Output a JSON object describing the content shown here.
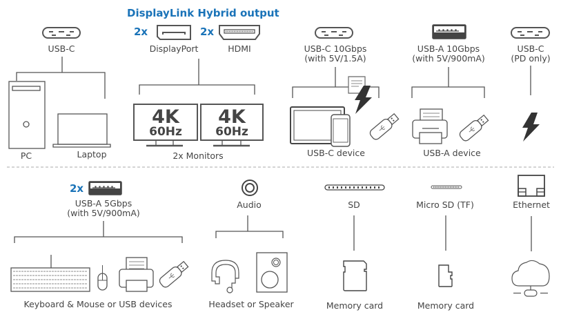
{
  "header": {
    "title": "DisplayLink Hybrid output"
  },
  "colors": {
    "accent": "#1a73b8",
    "line": "#555555",
    "text": "#444444",
    "divider": "#bbbbbb"
  },
  "top_row": {
    "usb_c_host": {
      "icon": "usb-c-port-icon",
      "port_label": "USB-C",
      "devices": [
        {
          "icon": "pc-tower-icon",
          "label": "PC"
        },
        {
          "icon": "laptop-icon",
          "label": "Laptop"
        }
      ]
    },
    "video": {
      "ports": [
        {
          "multiplier": "2x",
          "icon": "displayport-icon",
          "label": "DisplayPort"
        },
        {
          "multiplier": "2x",
          "icon": "hdmi-icon",
          "label": "HDMI"
        }
      ],
      "monitors": [
        {
          "icon": "monitor-icon",
          "resolution": "4K",
          "refresh": "60Hz"
        },
        {
          "icon": "monitor-icon",
          "resolution": "4K",
          "refresh": "60Hz"
        }
      ],
      "devices_label": "2x Monitors"
    },
    "usb_c_10g": {
      "icon": "usb-c-port-icon",
      "port_label_line1": "USB-C 10Gbps",
      "port_label_line2": "(with 5V/1.5A)",
      "device_icons": [
        "document-icon",
        "lightning-icon",
        "tablet-icon",
        "phone-icon",
        "usb-stick-icon"
      ],
      "devices_label": "USB-C device"
    },
    "usb_a_10g": {
      "icon": "usb-a-port-icon",
      "port_label_line1": "USB-A 10Gbps",
      "port_label_line2": "(with 5V/900mA)",
      "device_icons": [
        "printer-icon",
        "usb-stick-icon"
      ],
      "devices_label": "USB-A device"
    },
    "usb_c_pd": {
      "icon": "usb-c-port-icon",
      "port_label_line1": "USB-C",
      "port_label_line2": "(PD only)",
      "device_icons": [
        "lightning-icon"
      ]
    }
  },
  "bottom_row": {
    "usb_a_5g": {
      "multiplier": "2x",
      "icon": "usb-a-port-icon",
      "port_label_line1": "USB-A 5Gbps",
      "port_label_line2": "(with 5V/900mA)",
      "device_icons": [
        "keyboard-icon",
        "mouse-icon",
        "printer-icon",
        "usb-stick-icon"
      ],
      "devices_label": "Keyboard & Mouse or USB devices"
    },
    "audio": {
      "icon": "audio-jack-icon",
      "port_label": "Audio",
      "device_icons": [
        "headset-icon",
        "speaker-icon"
      ],
      "devices_label": "Headset or Speaker"
    },
    "sd": {
      "icon": "sd-slot-icon",
      "port_label": "SD",
      "device_icons": [
        "sd-card-icon"
      ],
      "devices_label": "Memory card"
    },
    "micro_sd": {
      "icon": "microsd-slot-icon",
      "port_label": "Micro SD (TF)",
      "device_icons": [
        "microsd-card-icon"
      ],
      "devices_label": "Memory card"
    },
    "ethernet": {
      "icon": "ethernet-port-icon",
      "port_label": "Ethernet",
      "device_icons": [
        "cloud-network-icon"
      ]
    }
  }
}
